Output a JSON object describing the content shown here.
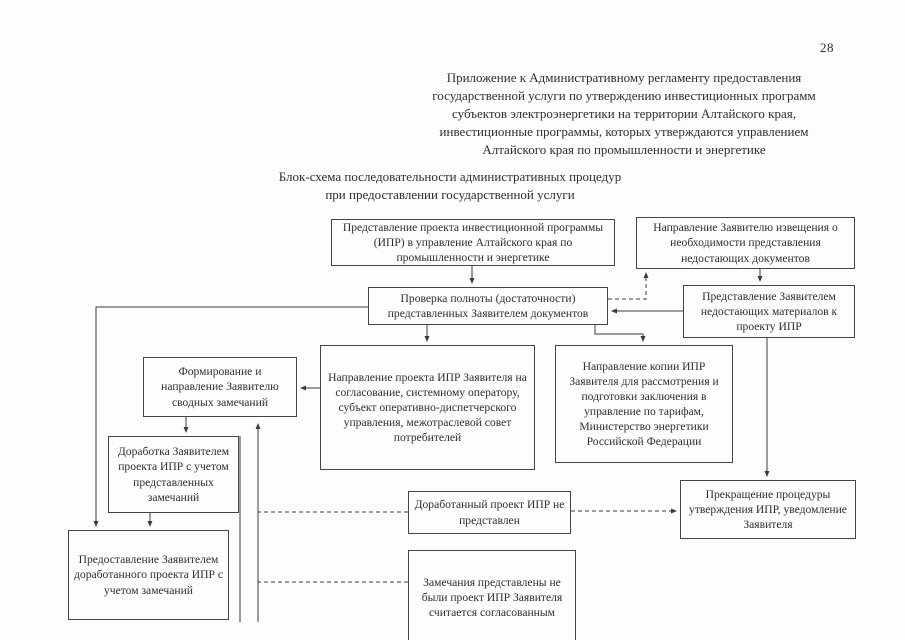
{
  "colors": {
    "ink": "#2e2e2e",
    "paper": "#fdfdfb",
    "box_border": "#454545"
  },
  "page": {
    "number": "28",
    "appendix_note": "Приложение к Административному регламенту предоставления\nгосударственной услуги по утверждению инвестиционных программ\nсубъектов электроэнергетики на территории Алтайского края,\nинвестиционные программы, которых утверждаются управлением\nАлтайского края по промышленности и энергетике",
    "title": "Блок-схема последовательности административных процедур\nпри предоставлении государственной услуги"
  },
  "flowchart": {
    "nodes": {
      "submit_ipr": {
        "text": "Представление проекта инвестиционной программы (ИПР) в управление Алтайского края по промышленности и энергетике"
      },
      "notify_missing": {
        "text": "Направление Заявителю извещения о необходимости представления недостающих документов"
      },
      "check_completeness": {
        "text": "Проверка полноты (достаточности) представленных Заявителем документов"
      },
      "submit_missing": {
        "text": "Представление Заявителем недостающих материалов к проекту ИПР"
      },
      "form_remarks": {
        "text": "Формирование и направление Заявителю сводных замечаний"
      },
      "send_for_approval": {
        "text": "Направление проекта ИПР Заявителя на согласование, системному оператору, субъект оперативно-диспетчерского управления, межотраслевой совет потребителей"
      },
      "send_copy": {
        "text": "Направление копии ИПР Заявителя для рассмотрения и подготовки заключения в управление по тарифам, Министерство энергетики Российской Федерации"
      },
      "rework": {
        "text": "Доработка Заявителем проекта ИПР с учетом представленных замечаний"
      },
      "not_submitted": {
        "text": "Доработанный проект ИПР не представлен"
      },
      "termination": {
        "text": "Прекращение процедуры утверждения ИПР, уведомление Заявителя"
      },
      "submit_reworked": {
        "text": "Предоставление Заявителем доработанного проекта ИПР с учетом замечаний"
      },
      "no_remarks": {
        "text": "Замечания представлены не были проект ИПР Заявителя считается согласованным"
      }
    },
    "edges": [
      {
        "from": "submit_ipr",
        "to": "check_completeness",
        "style": "solid"
      },
      {
        "from": "check_completeness",
        "to": "notify_missing",
        "style": "dashed"
      },
      {
        "from": "notify_missing",
        "to": "submit_missing",
        "style": "solid"
      },
      {
        "from": "submit_missing",
        "to": "check_completeness",
        "style": "solid"
      },
      {
        "from": "check_completeness",
        "to": "send_for_approval",
        "style": "solid"
      },
      {
        "from": "check_completeness",
        "to": "send_copy",
        "style": "solid"
      },
      {
        "from": "check_completeness",
        "to": "submit_reworked",
        "style": "solid"
      },
      {
        "from": "send_for_approval",
        "to": "form_remarks",
        "style": "solid"
      },
      {
        "from": "form_remarks",
        "to": "rework",
        "style": "solid"
      },
      {
        "from": "rework",
        "to": "submit_reworked",
        "style": "solid"
      },
      {
        "from": "submit_missing",
        "to": "termination",
        "style": "solid"
      },
      {
        "from": "not_submitted",
        "to": "termination",
        "style": "dashed"
      }
    ]
  }
}
